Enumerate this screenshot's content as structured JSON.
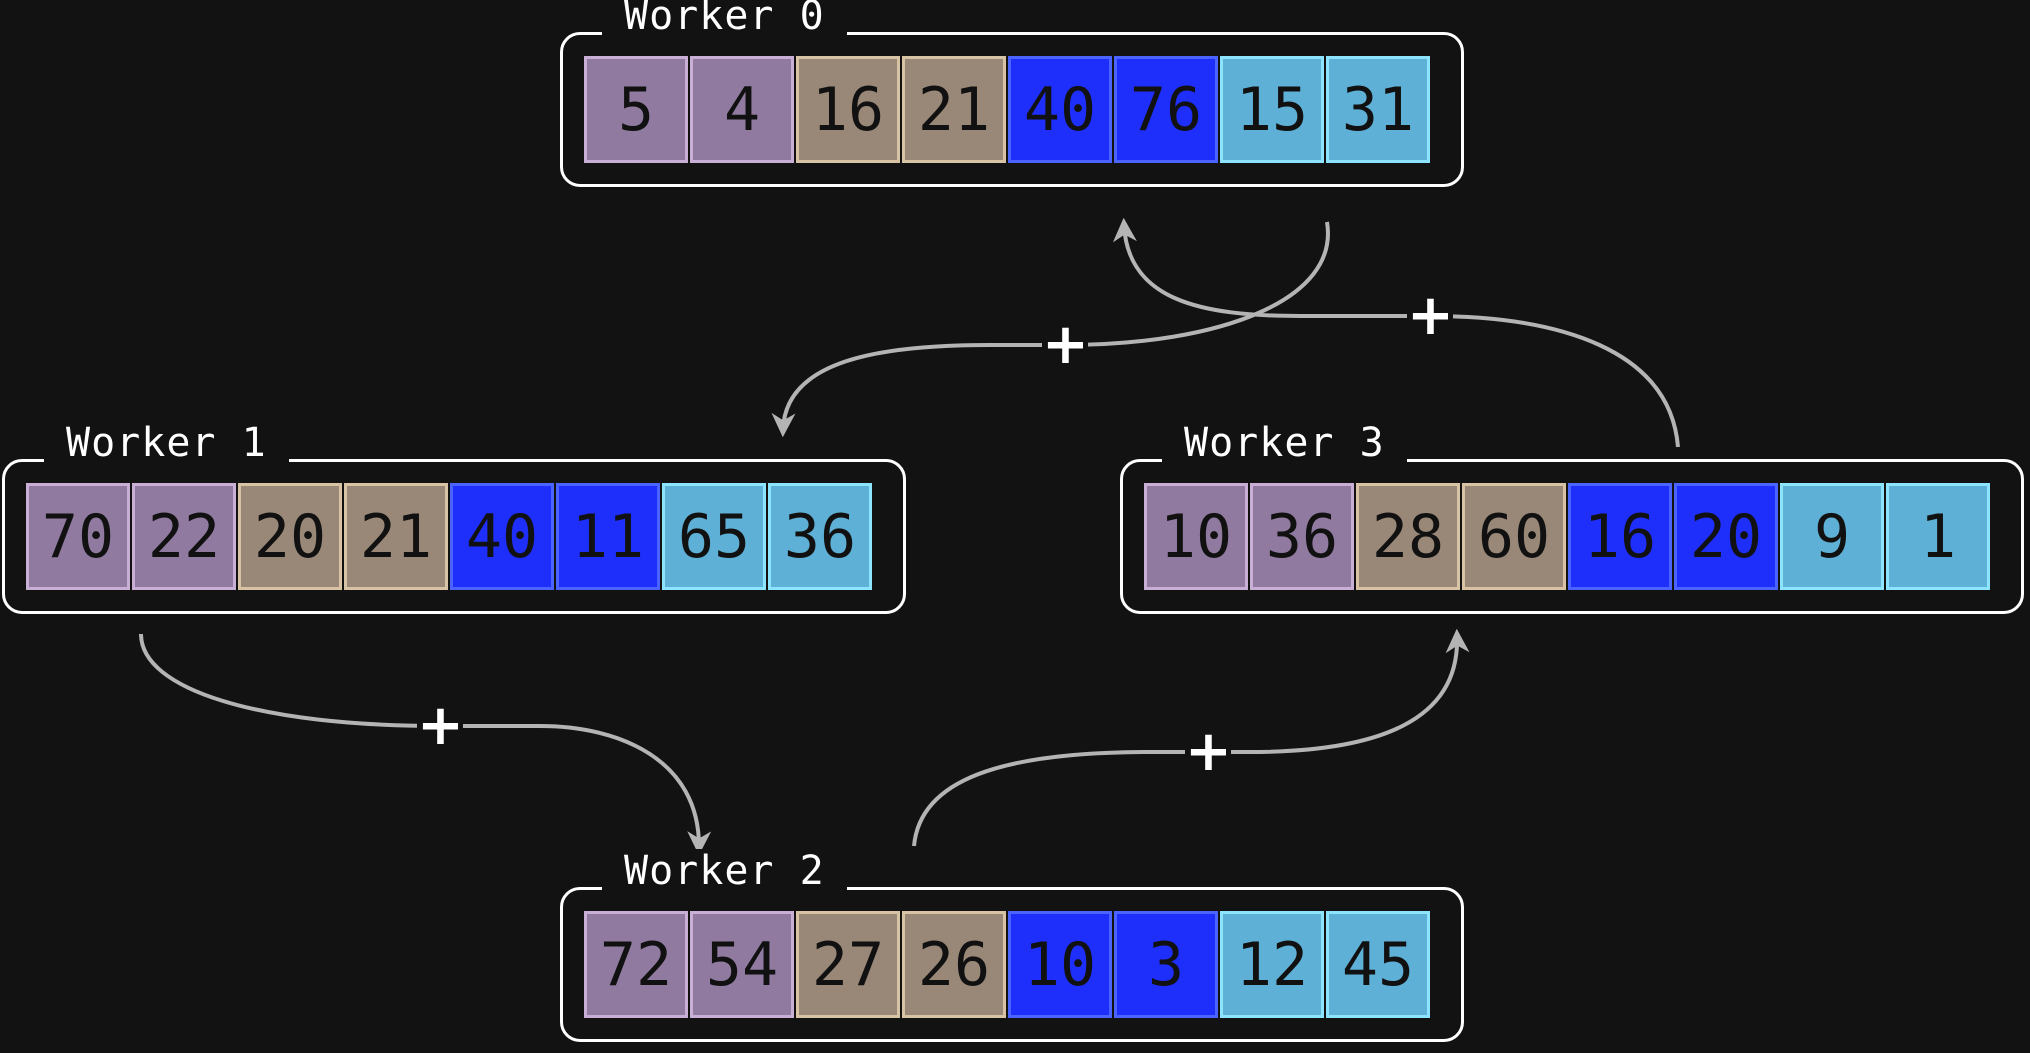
{
  "colors": {
    "background": "#121212",
    "frame": "#ffffff",
    "arrow": "#b4b4b4",
    "group_fills": [
      "#907aa0",
      "#998877",
      "#1f2ffb",
      "#5fb0d6"
    ],
    "group_borders": [
      "#c9aed6",
      "#d8c4a4",
      "#4b63ff",
      "#8ce4ff"
    ]
  },
  "workers": [
    {
      "title": "Worker 0",
      "values": [
        "5",
        "4",
        "16",
        "21",
        "40",
        "76",
        "15",
        "31"
      ]
    },
    {
      "title": "Worker 1",
      "values": [
        "70",
        "22",
        "20",
        "21",
        "40",
        "11",
        "65",
        "36"
      ]
    },
    {
      "title": "Worker 2",
      "values": [
        "72",
        "54",
        "27",
        "26",
        "10",
        "3",
        "12",
        "45"
      ]
    },
    {
      "title": "Worker 3",
      "values": [
        "10",
        "36",
        "28",
        "60",
        "16",
        "20",
        "9",
        "1"
      ]
    }
  ],
  "edges": [
    {
      "from": "Worker 0",
      "to": "Worker 1",
      "label": "+"
    },
    {
      "from": "Worker 1",
      "to": "Worker 2",
      "label": "+"
    },
    {
      "from": "Worker 2",
      "to": "Worker 3",
      "label": "+"
    },
    {
      "from": "Worker 3",
      "to": "Worker 0",
      "label": "+"
    }
  ]
}
